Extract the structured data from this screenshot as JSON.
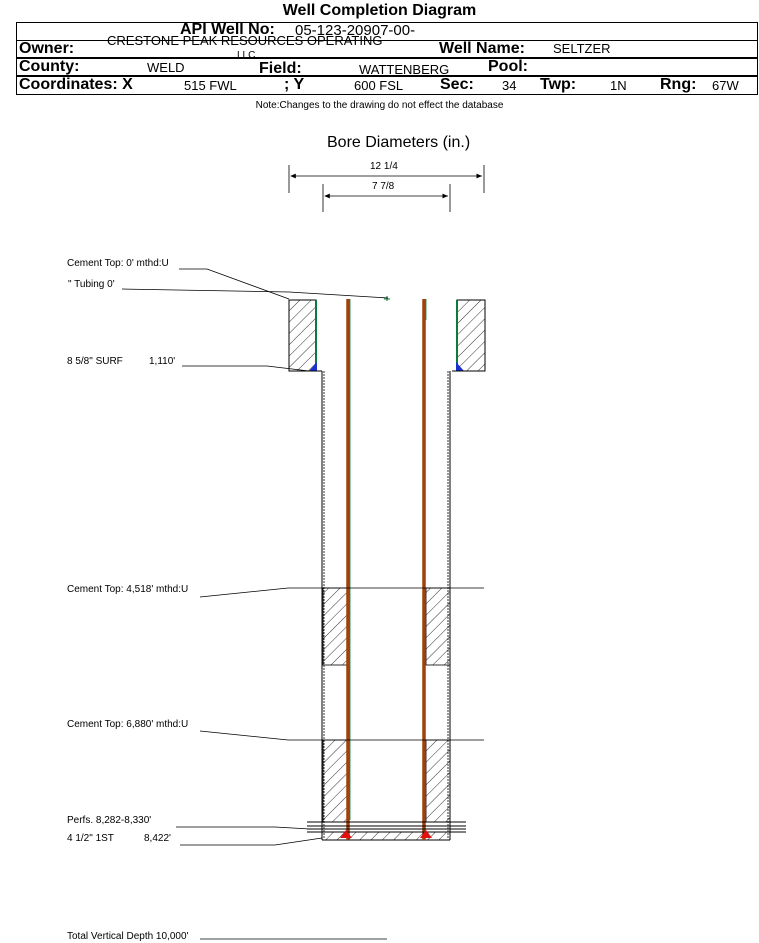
{
  "title": "Well Completion Diagram",
  "header": {
    "api_label": "API Well No:",
    "api_value": "05-123-20907-00-",
    "owner_label": "Owner:",
    "owner_value_line1": "CRESTONE PEAK RESOURCES OPERATING",
    "owner_value_line2": "LLC",
    "well_name_label": "Well Name:",
    "well_name_value": "SELTZER",
    "county_label": "County:",
    "county_value": "WELD",
    "field_label": "Field:",
    "field_value": "WATTENBERG",
    "pool_label": "Pool:",
    "pool_value": "",
    "coords_label": "Coordinates: X",
    "x_value": "515 FWL",
    "y_label": "; Y",
    "y_value": "600 FSL",
    "sec_label": "Sec:",
    "sec_value": "34",
    "twp_label": "Twp:",
    "twp_value": "1N",
    "rng_label": "Rng:",
    "rng_value": "67W"
  },
  "note": "Note:Changes to the drawing do not effect the database",
  "bore": {
    "title": "Bore Diameters (in.)",
    "outer": "12 1/4",
    "inner": "7 7/8"
  },
  "annotations": {
    "cement_top_1": "Cement Top: 0' mthd:U",
    "tubing": "\" Tubing 0'",
    "surf_casing": "8 5/8\" SURF",
    "surf_depth": "1,110'",
    "cement_top_2": "Cement Top: 4,518' mthd:U",
    "cement_top_3": "Cement Top: 6,880' mthd:U",
    "perfs": "Perfs. 8,282-8,330'",
    "prod_casing": "4 1/2\" 1ST",
    "prod_depth": "8,422'",
    "tvd": "Total Vertical Depth 10,000'"
  },
  "colors": {
    "tubing": "#a0400c",
    "casing_liner": "#0b7a3a",
    "shoe_surface": "#1a2fd0",
    "shoe_production": "#e01010"
  }
}
